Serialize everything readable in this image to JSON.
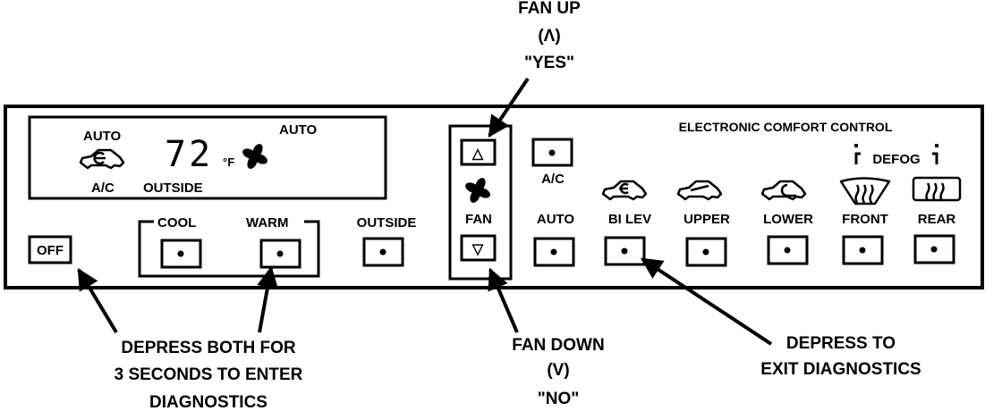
{
  "display": {
    "auto_left": "AUTO",
    "auto_right": "AUTO",
    "ac": "A/C",
    "outside": "OUTSIDE",
    "temperature": "72",
    "unit": "°F",
    "icons": [
      "car-airflow-icon",
      "fan-icon"
    ]
  },
  "panel": {
    "title": "ELECTRONIC COMFORT CONTROL",
    "off": "OFF",
    "cool": "COOL",
    "warm": "WARM",
    "outside": "OUTSIDE",
    "fan": "FAN",
    "fan_up_symbol": "△",
    "fan_down_symbol": "▽",
    "ac": "A/C",
    "defog": "DEFOG",
    "modes": [
      "AUTO",
      "BI LEV",
      "UPPER",
      "LOWER",
      "FRONT",
      "REAR"
    ]
  },
  "annotations": {
    "fan_up": [
      "FAN UP",
      "(Λ)",
      "\"YES\""
    ],
    "fan_down": [
      "FAN DOWN",
      "(V)",
      "\"NO\""
    ],
    "enter_diag": [
      "DEPRESS BOTH FOR",
      "3 SECONDS TO ENTER",
      "DIAGNOSTICS"
    ],
    "exit_diag": [
      "DEPRESS TO",
      "EXIT DIAGNOSTICS"
    ]
  }
}
